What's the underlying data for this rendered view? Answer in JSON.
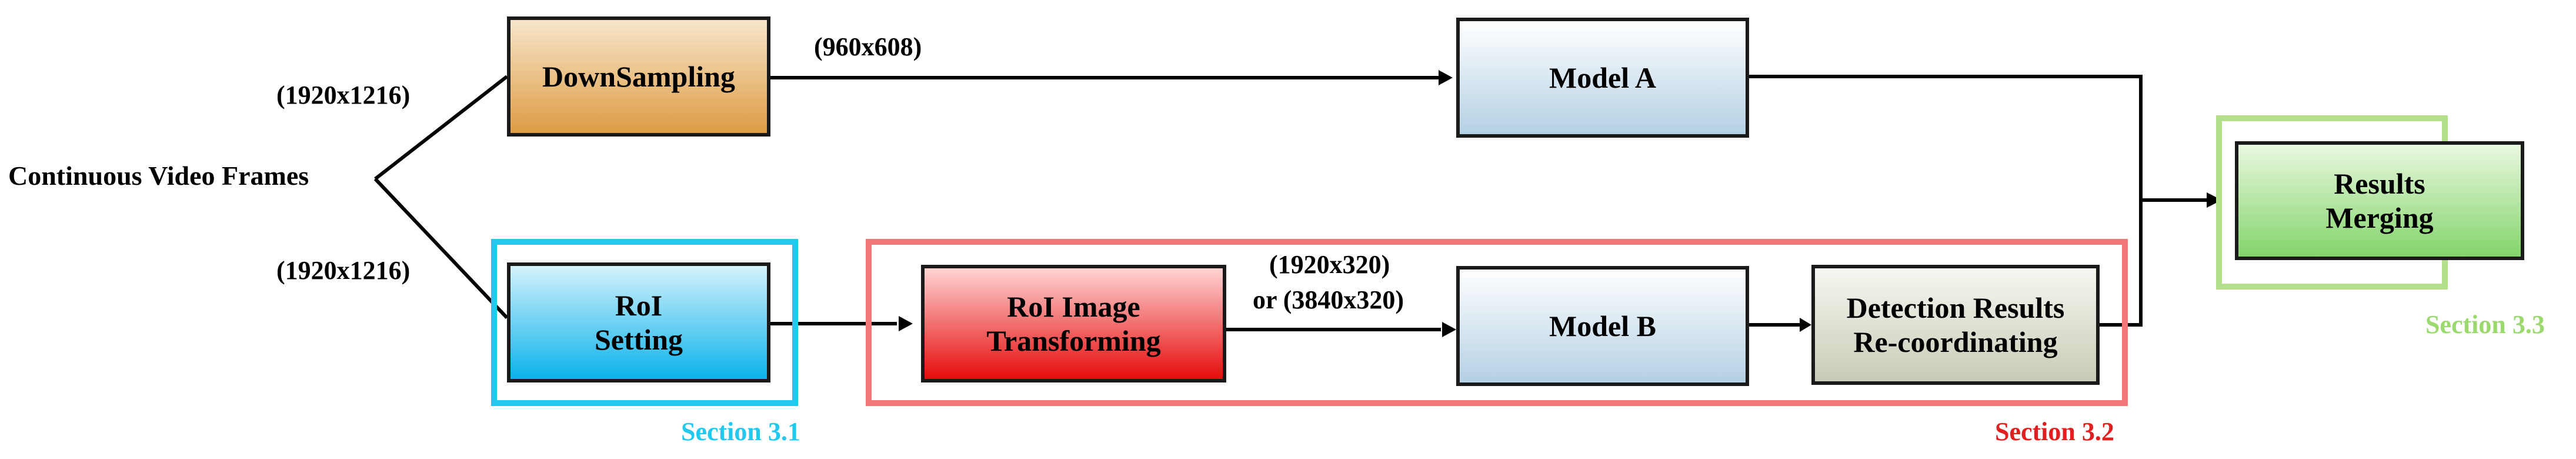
{
  "source": {
    "label": "Continuous Video Frames"
  },
  "resolutions": {
    "upper_input": "(1920x1216)",
    "lower_input": "(1920x1216)",
    "downsampled": "(960x608)",
    "transformed_line1": "(1920x320)",
    "transformed_line2": "or (3840x320)"
  },
  "boxes": {
    "downsampling": "DownSampling",
    "model_a": "Model A",
    "roi_setting": {
      "line1": "RoI",
      "line2": "Setting"
    },
    "roi_transform": {
      "line1": "RoI Image",
      "line2": "Transforming"
    },
    "model_b": "Model B",
    "recoord": {
      "line1": "Detection Results",
      "line2": "Re-coordinating"
    },
    "merging": {
      "line1": "Results",
      "line2": "Merging"
    }
  },
  "sections": {
    "s31": "Section 3.1",
    "s32": "Section 3.2",
    "s33": "Section 3.3"
  },
  "colors": {
    "section_3_1": "#22c8ee",
    "section_3_2": "#f07878",
    "section_3_3": "#b4e08e",
    "downsampling": "#e4a555",
    "model": "#bed6e8",
    "roi_setting": "#15b6ec",
    "roi_transform": "#ee1111",
    "recoord": "#d2d6c2",
    "merging": "#8ad874"
  }
}
